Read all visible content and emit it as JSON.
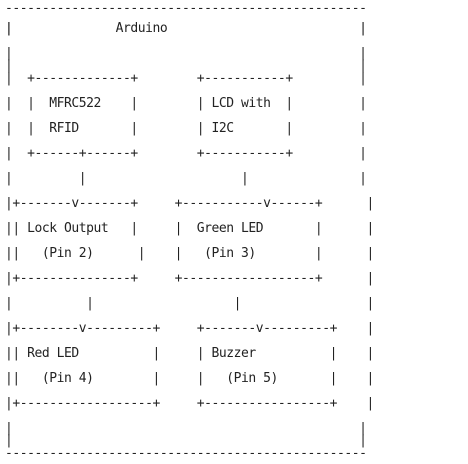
{
  "diagram": {
    "lines": [
      "-------------------------------------------------",
      "|                                               |",
      "|              Arduino                          |",
      "|                                               |",
      "|                                               |",
      "|  +-------------+        +-----------+         |",
      "|  |  MFRC522    |        | LCD with  |         |",
      "|  |  RFID       |        | I2C       |         |",
      "|  +------+------+        +-----------+         |",
      "|         |                     |               |",
      "|+-------v-------+     +-----------v------+      |",
      "|| Lock Output   |     |  Green LED       |      |",
      "||   (Pin 2)      |    |   (Pin 3)        |      |",
      "|+---------------+     +------------------+      |",
      "|          |                   |                 |",
      "|+--------v---------+     +-------v---------+    |",
      "|| Red LED          |     | Buzzer          |    |",
      "||   (Pin 4)        |     |   (Pin 5)       |    |",
      "|+------------------+     +-----------------+    |",
      "|                                               |",
      "|                                               |",
      "-------------------------------------------------"
    ]
  }
}
